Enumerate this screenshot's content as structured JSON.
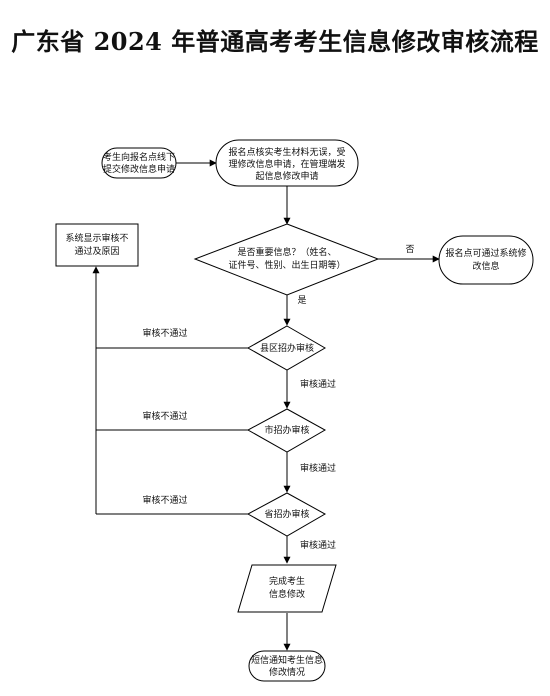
{
  "title": "广东省 2024 年普通高考考生信息修改审核流程",
  "nodes": {
    "start": [
      "考生向报名点线下",
      "提交修改信息申请"
    ],
    "verify": [
      "报名点核实考生材料无误，受",
      "理修改信息申请，在管理端发",
      "起信息修改申请"
    ],
    "decision_important": [
      "是否重要信息？（姓名、",
      "证件号、性别、出生日期等）"
    ],
    "direct_modify": [
      "报名点可通过系统修",
      "改信息"
    ],
    "reject_display": [
      "系统显示审核不",
      "通过及原因"
    ],
    "county_review": "县区招办审核",
    "city_review": "市招办审核",
    "province_review": "省招办审核",
    "complete": [
      "完成考生",
      "信息修改"
    ],
    "sms_notify": [
      "短信通知考生信息",
      "修改情况"
    ]
  },
  "edges": {
    "no": "否",
    "yes": "是",
    "pass": "审核通过",
    "fail": "审核不通过"
  }
}
